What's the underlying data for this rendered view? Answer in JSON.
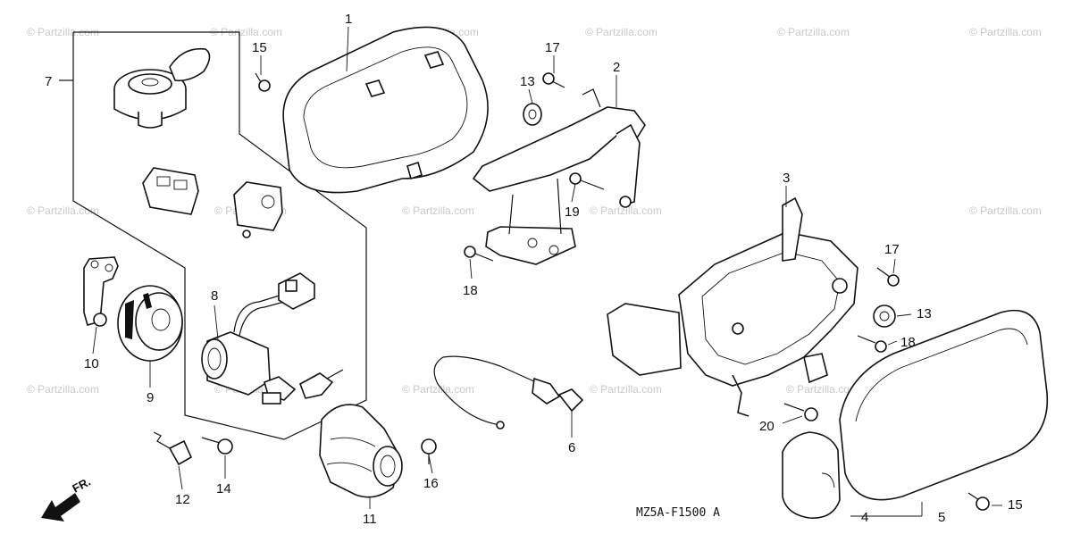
{
  "diagram": {
    "drawing_code": "MZ5A-F1500 A",
    "direction_label": "FR.",
    "watermark": "© Partzilla.com",
    "callouts": [
      {
        "id": "c1",
        "label": "1"
      },
      {
        "id": "c2",
        "label": "2"
      },
      {
        "id": "c3",
        "label": "3"
      },
      {
        "id": "c4",
        "label": "4"
      },
      {
        "id": "c5",
        "label": "5"
      },
      {
        "id": "c6",
        "label": "6"
      },
      {
        "id": "c7",
        "label": "7"
      },
      {
        "id": "c8",
        "label": "8"
      },
      {
        "id": "c9",
        "label": "9"
      },
      {
        "id": "c10",
        "label": "10"
      },
      {
        "id": "c11",
        "label": "11"
      },
      {
        "id": "c12",
        "label": "12"
      },
      {
        "id": "c13a",
        "label": "13"
      },
      {
        "id": "c13b",
        "label": "13"
      },
      {
        "id": "c14",
        "label": "14"
      },
      {
        "id": "c15a",
        "label": "15"
      },
      {
        "id": "c15b",
        "label": "15"
      },
      {
        "id": "c16",
        "label": "16"
      },
      {
        "id": "c17a",
        "label": "17"
      },
      {
        "id": "c17b",
        "label": "17"
      },
      {
        "id": "c18a",
        "label": "18"
      },
      {
        "id": "c18b",
        "label": "18"
      },
      {
        "id": "c19",
        "label": "19"
      },
      {
        "id": "c20",
        "label": "20"
      }
    ]
  }
}
